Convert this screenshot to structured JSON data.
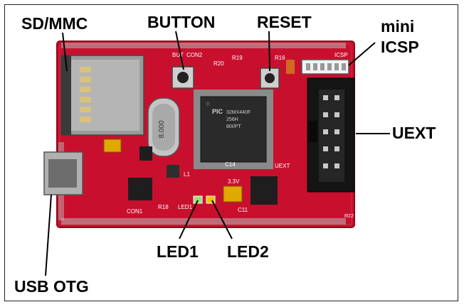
{
  "labels": {
    "sd_mmc": "SD/MMC",
    "button": "BUTTON",
    "reset": "RESET",
    "mini": "mini",
    "icsp": "ICSP",
    "uext": "UEXT",
    "led1": "LED1",
    "led2": "LED2",
    "usb_otg": "USB OTG"
  },
  "board_marks": {
    "but": "BUT",
    "con2": "CON2",
    "r19": "R19",
    "r16": "R16",
    "icsp": "ICSP",
    "pic": "PIC",
    "chip_line1": "32MX440F",
    "chip_line2": "256H",
    "chip_line3": "80I/PT",
    "crystal": "8.000",
    "con1": "CON1",
    "led1": "LED1",
    "l1": "L1",
    "r18": "R18",
    "uext": "UEXT",
    "v33": "3.3V",
    "c14": "C14",
    "c11": "C11",
    "r22": "R22",
    "r20": "R20"
  },
  "colors": {
    "pcb": "#c8102e",
    "pcb_dark": "#8f0a1e",
    "connector": "#141414",
    "chip": "#2a2a2a",
    "led1": "#9be07a",
    "led2": "#f2c100",
    "silk": "#ffffff"
  }
}
